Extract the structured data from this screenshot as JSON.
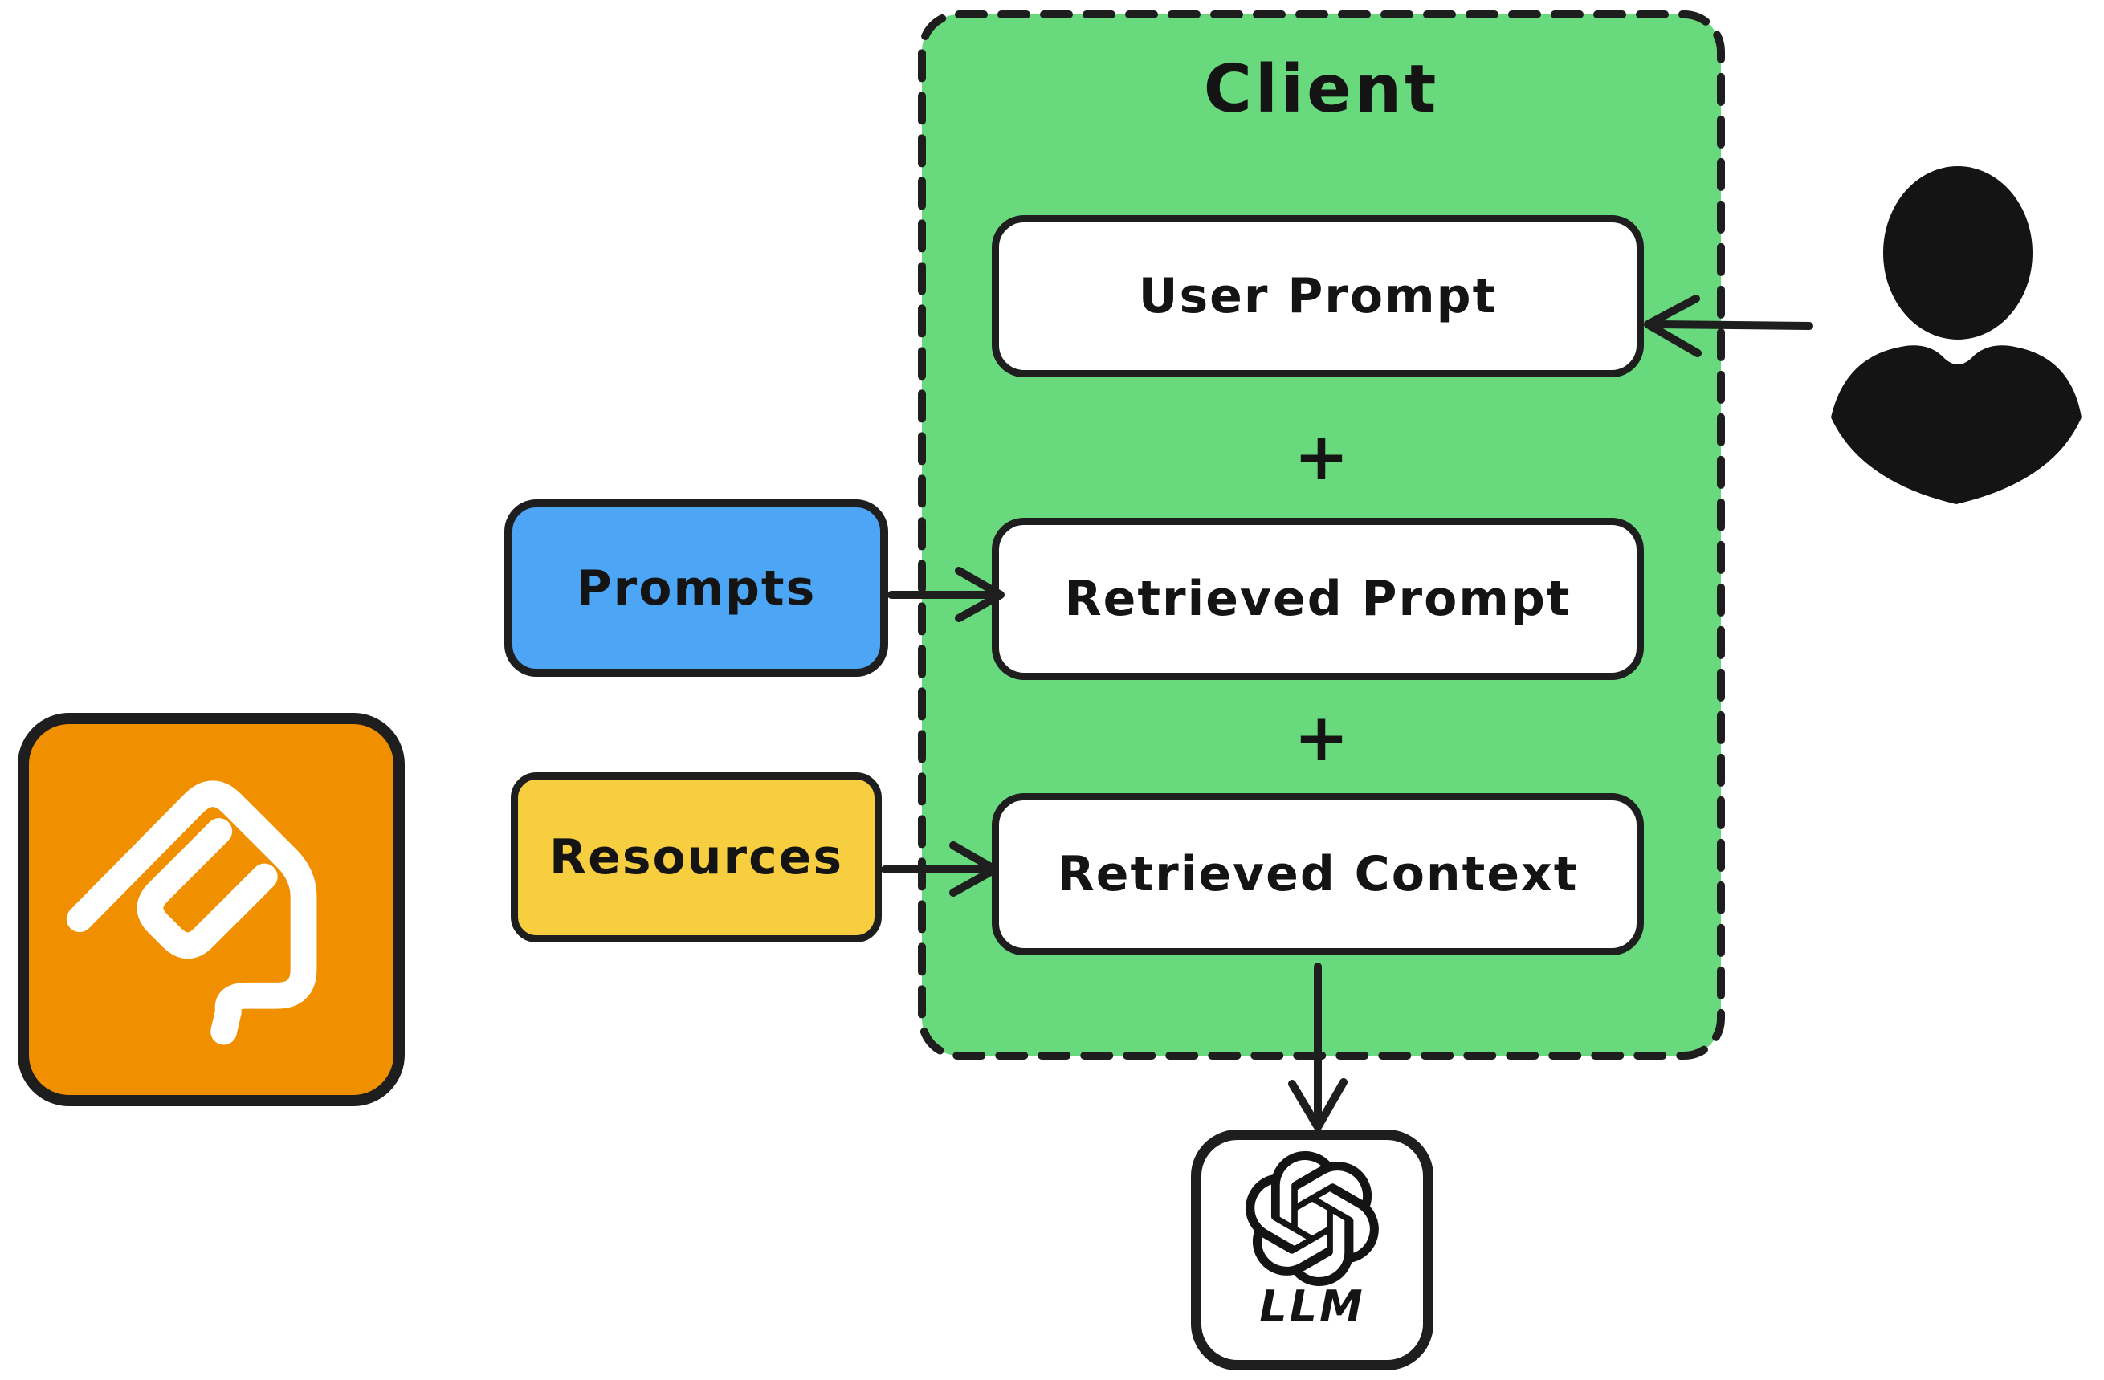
{
  "diagram": {
    "client": {
      "title": "Client",
      "plus": "+",
      "boxes": [
        {
          "label": "User Prompt"
        },
        {
          "label": "Retrieved Prompt"
        },
        {
          "label": "Retrieved Context"
        }
      ]
    },
    "sources": [
      {
        "label": "Prompts"
      },
      {
        "label": "Resources"
      }
    ],
    "llm": {
      "label": "LLM"
    },
    "icons": {
      "person": "user-silhouette-icon",
      "openai": "openai-logo",
      "squiggle": "mem0-squiggle-logo"
    },
    "colors": {
      "client_bg": "#69D97E",
      "prompts_bg": "#4DA6F5",
      "resources_bg": "#F7CE3F",
      "logo_bg": "#F08F00",
      "box_bg": "#FFFFFF",
      "stroke": "#1E1E1E",
      "ink": "#141414"
    }
  }
}
